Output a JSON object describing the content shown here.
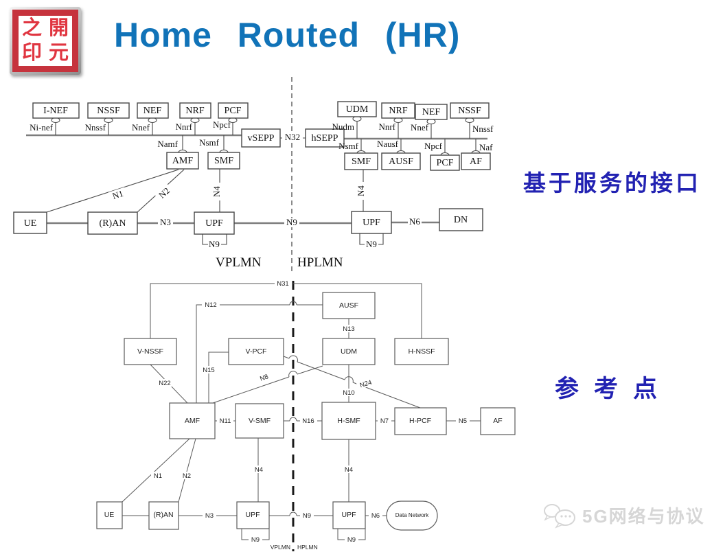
{
  "header": {
    "title": "Home Routed (HR)"
  },
  "logo": {
    "chars": [
      "之",
      "開",
      "印",
      "元"
    ]
  },
  "annotations": {
    "service_based": "基于服务的接口",
    "reference_point": "参考点"
  },
  "watermark": {
    "text": "5G网络与协议"
  },
  "sbi": {
    "region_labels": {
      "vplmn": "VPLMN",
      "hplmn": "HPLMN"
    },
    "nodes": {
      "inef": "I-NEF",
      "vnssf": "NSSF",
      "vnef": "NEF",
      "vnrf": "NRF",
      "vpcf": "PCF",
      "vsepp": "vSEPP",
      "hsepp": "hSEPP",
      "udm": "UDM",
      "hnrf": "NRF",
      "hnef": "NEF",
      "hnssf": "NSSF",
      "amf": "AMF",
      "vsmf": "SMF",
      "hsmf": "SMF",
      "ausf": "AUSF",
      "hpcf": "PCF",
      "af": "AF",
      "ue": "UE",
      "ran": "(R)AN",
      "vupf": "UPF",
      "hupf": "UPF",
      "dn": "DN"
    },
    "interfaces": {
      "ninef": "Ni-nef",
      "nnssf": "Nnssf",
      "nnef": "Nnef",
      "nnrf": "Nnrf",
      "npcf": "Npcf",
      "namf": "Namf",
      "nsmf_v": "Nsmf",
      "nudm": "Nudm",
      "nnrf_h": "Nnrf",
      "nnef_h": "Nnef",
      "nnssf_h": "Nnssf",
      "nsmf_h": "Nsmf",
      "nausf": "Nausf",
      "npcf_h": "Npcf",
      "naf": "Naf"
    },
    "refs": {
      "n32": "N32",
      "n1": "N1",
      "n2": "N2",
      "n3": "N3",
      "n4_v": "N4",
      "n4_h": "N4",
      "n6": "N6",
      "n9_mid": "N9",
      "n9_v": "N9",
      "n9_h": "N9"
    }
  },
  "rp": {
    "region_labels": {
      "vplmn": "VPLMN",
      "hplmn": "HPLMN"
    },
    "nodes": {
      "ausf": "AUSF",
      "vnssf": "V-NSSF",
      "vpcf": "V-PCF",
      "udm": "UDM",
      "hnssf": "H-NSSF",
      "amf": "AMF",
      "vsmf": "V-SMF",
      "hsmf": "H-SMF",
      "hpcf": "H-PCF",
      "af": "AF",
      "ue": "UE",
      "ran": "(R)AN",
      "vupf": "UPF",
      "hupf": "UPF",
      "dn": "Data Network"
    },
    "refs": {
      "n31": "N31",
      "n12": "N12",
      "n13": "N13",
      "n15": "N15",
      "n22": "N22",
      "n8": "N8",
      "n24": "N24",
      "n10": "N10",
      "n11": "N11",
      "n16": "N16",
      "n7": "N7",
      "n5": "N5",
      "n1": "N1",
      "n2": "N2",
      "n4_v": "N4",
      "n4_h": "N4",
      "n3": "N3",
      "n9_mid": "N9",
      "n9_loop_v": "N9",
      "n9_loop_h": "N9",
      "n6": "N6"
    }
  }
}
